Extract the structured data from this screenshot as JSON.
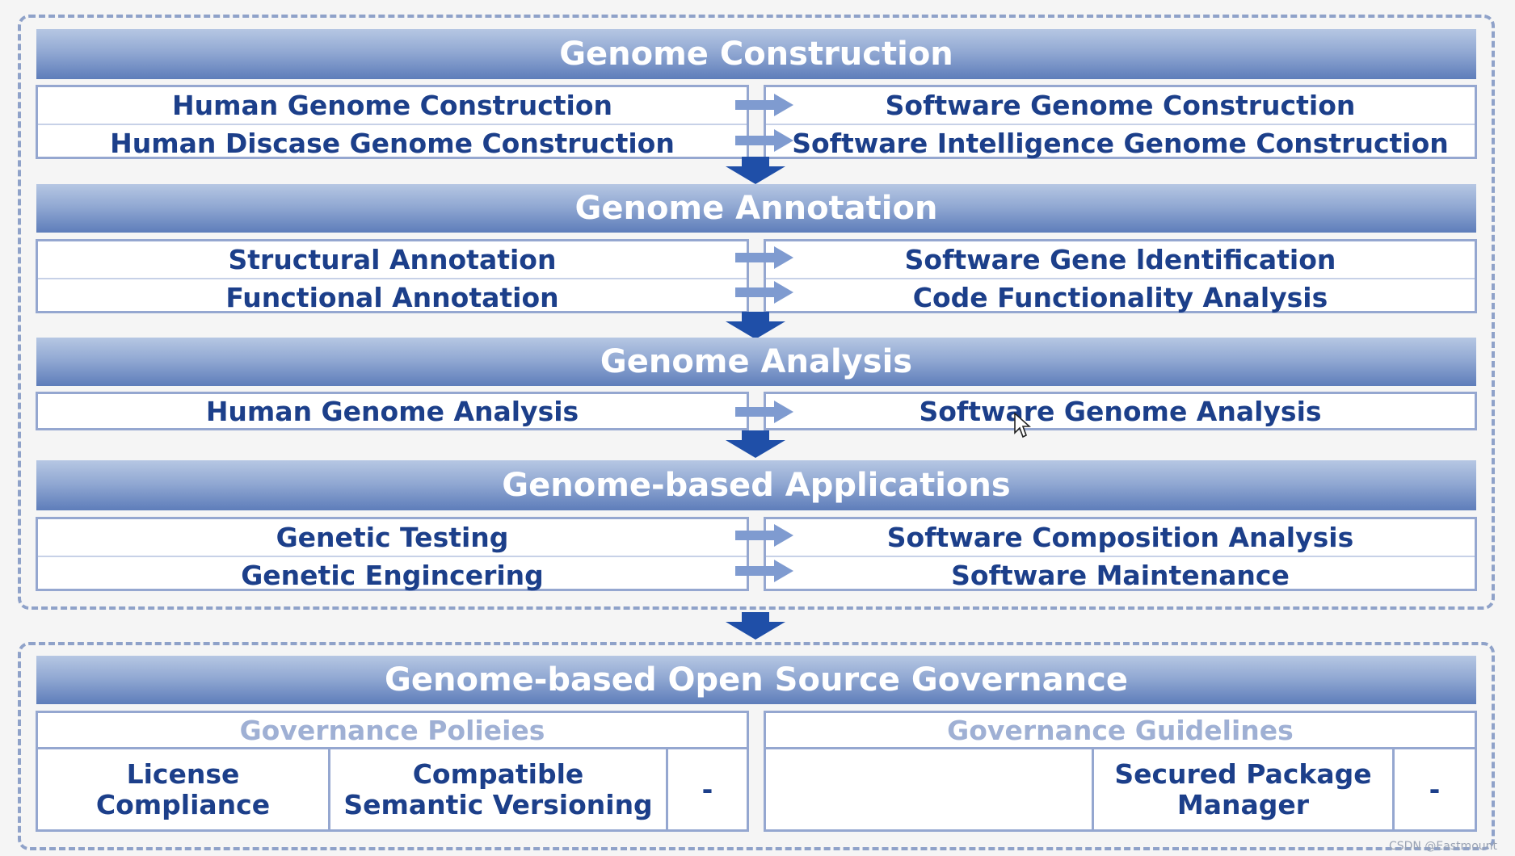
{
  "sections": [
    {
      "title": "Genome Construction",
      "rows": [
        {
          "left": "Human Genome Construction",
          "right": "Software Genome Construction"
        },
        {
          "left": "Human Discase Genome Construction",
          "right": "Software Intelligence Genome Construction"
        }
      ]
    },
    {
      "title": "Genome Annotation",
      "rows": [
        {
          "left": "Structural Annotation",
          "right": "Software Gene ldentification"
        },
        {
          "left": "Functional Annotation",
          "right": "Code Functionality Analysis"
        }
      ]
    },
    {
      "title": "Genome Analysis",
      "rows": [
        {
          "left": "Human Genome Analysis",
          "right": "Software Genome Analysis"
        }
      ]
    },
    {
      "title": "Genome-based Applications",
      "rows": [
        {
          "left": "Genetic Testing",
          "right": "Software Composition Analysis"
        },
        {
          "left": "Genetic Engincering",
          "right": "Software Maintenance"
        }
      ]
    }
  ],
  "governance": {
    "title": "Genome-based Open Source Governance",
    "policies": {
      "heading": "Governance Polieies",
      "cells": [
        "License\nCompliance",
        "Compatible\nSemantic Versioning",
        "-"
      ]
    },
    "guidelines": {
      "heading": "Governance Guidelines",
      "cells": [
        "",
        "Secured Package\nManager",
        "-"
      ]
    }
  },
  "watermark": "CSDN @Eastmount",
  "colors": {
    "header_gradient": [
      "#b6c7e3",
      "#5e7dba"
    ],
    "text": "#1c3f8a",
    "muted_text": "#9fb0d4",
    "border": "#95a7d0",
    "arrow": "#1f4fa8",
    "frame": "#8fa2c9"
  },
  "icons": {
    "right_arrow": "right-arrow-icon",
    "down_arrow": "down-arrow-icon",
    "cursor": "mouse-cursor-icon"
  }
}
